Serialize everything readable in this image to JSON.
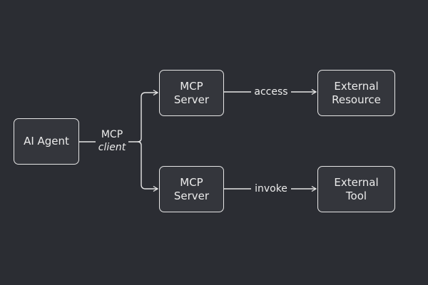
{
  "diagram": {
    "nodes": {
      "agent": {
        "line1": "AI Agent"
      },
      "server_top": {
        "line1": "MCP",
        "line2": "Server"
      },
      "resource": {
        "line1": "External",
        "line2": "Resource"
      },
      "server_bottom": {
        "line1": "MCP",
        "line2": "Server"
      },
      "tool": {
        "line1": "External",
        "line2": "Tool"
      }
    },
    "edges": {
      "client": {
        "line1": "MCP",
        "line2": "client"
      },
      "access": {
        "label": "access"
      },
      "invoke": {
        "label": "invoke"
      }
    },
    "colors": {
      "background": "#2b2d33",
      "node_fill": "#34363c",
      "stroke": "#e6e6e6"
    }
  }
}
